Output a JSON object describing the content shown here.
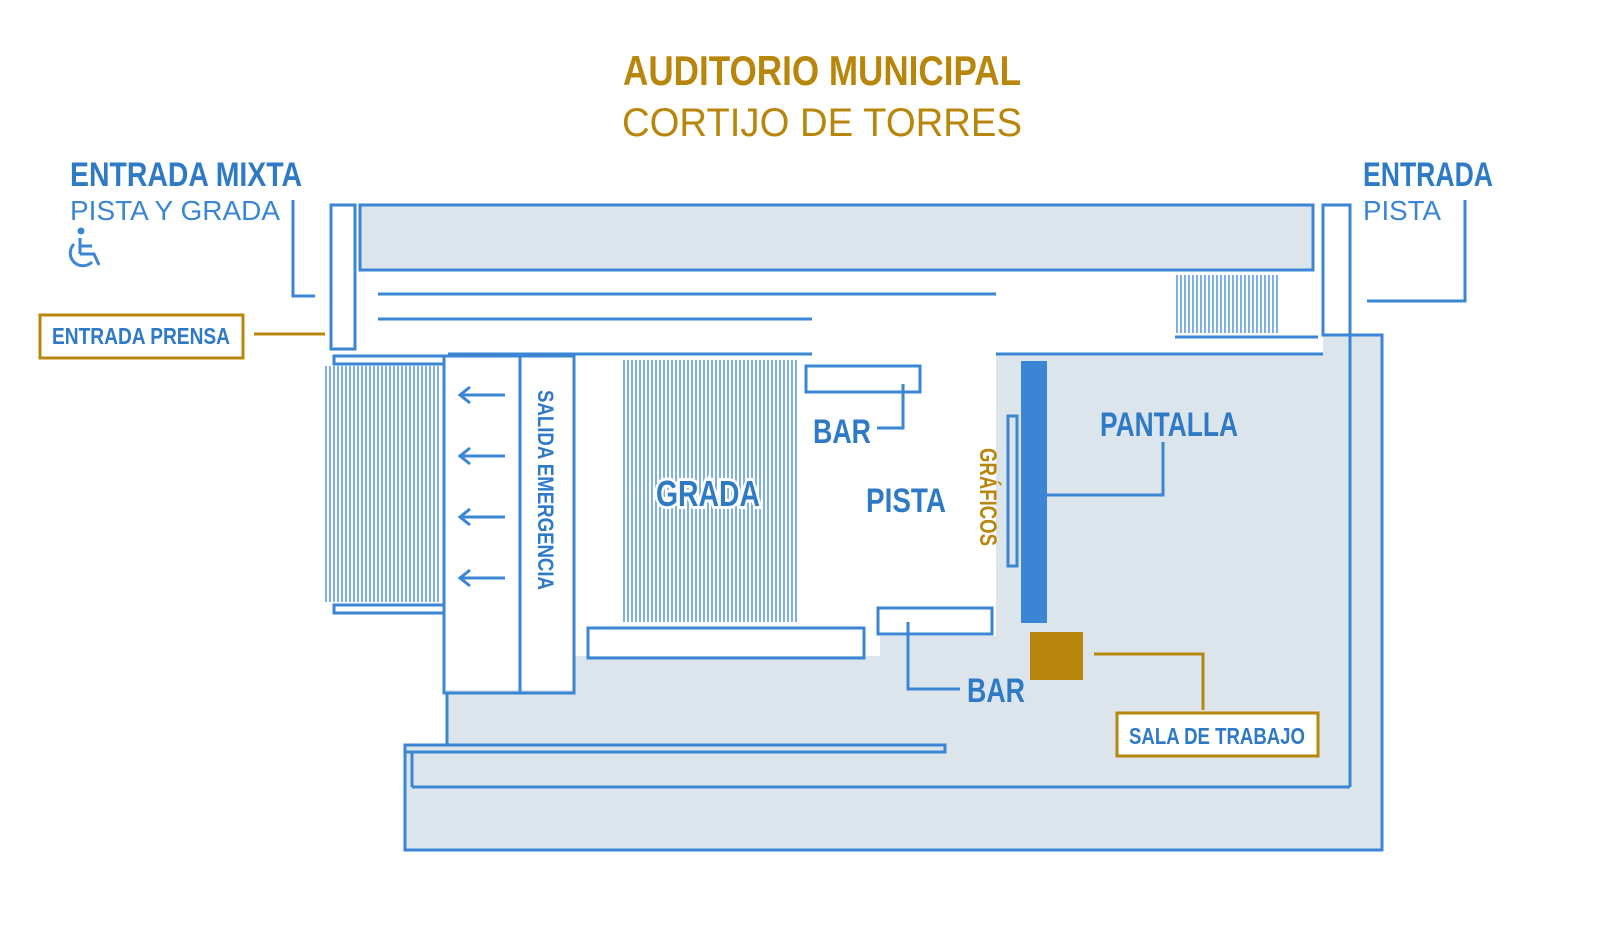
{
  "colors": {
    "blue": "#3a86d4",
    "label_blue": "#2f7ac6",
    "gold": "#b8860b",
    "floor": "#dde5ec",
    "white": "#ffffff"
  },
  "title": {
    "main": "AUDITORIO MUNICIPAL",
    "sub": "CORTIJO DE TORRES"
  },
  "entrances": {
    "mixta_title": "ENTRADA MIXTA",
    "mixta_sub": "PISTA Y GRADA",
    "accessible_icon": "wheelchair-icon",
    "pista_title": "ENTRADA",
    "pista_sub": "PISTA",
    "prensa": "ENTRADA PRENSA"
  },
  "areas": {
    "salida": "SALIDA EMERGENCIA",
    "grada": "GRADA",
    "pista": "PISTA",
    "bar_top": "BAR",
    "bar_bottom": "BAR",
    "graficos": "GRÁFICOS",
    "pantalla": "PANTALLA",
    "sala": "SALA DE TRABAJO"
  },
  "icons": {
    "exit_arrow": "left-arrow-icon"
  }
}
